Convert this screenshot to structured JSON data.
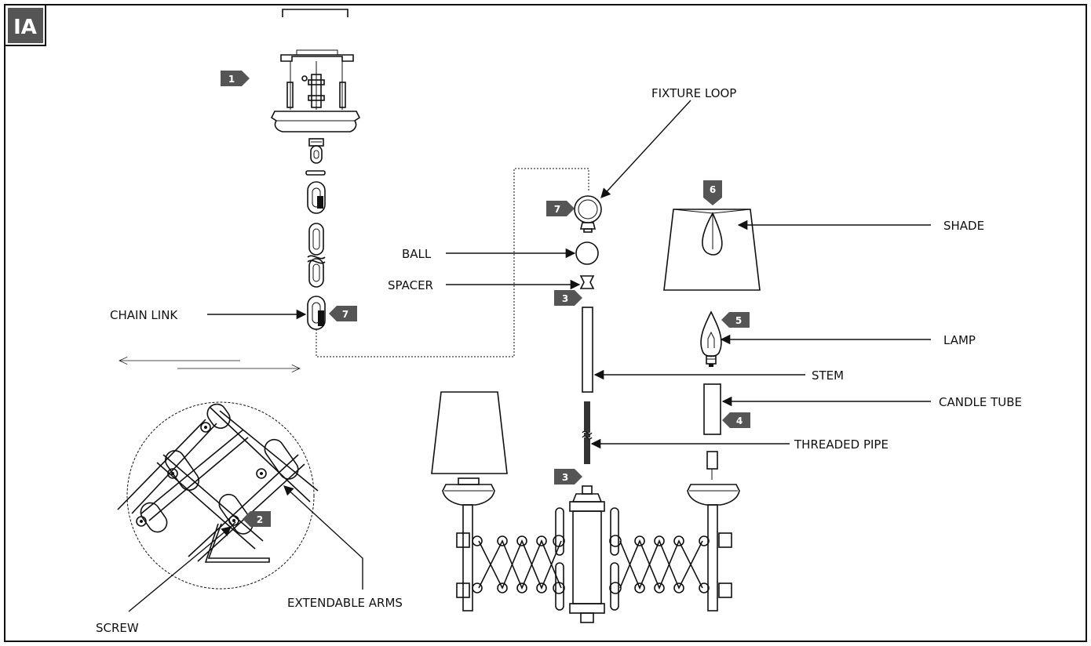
{
  "figure": {
    "id_label": "IA",
    "colors": {
      "badge": "#555555",
      "line": "#111111",
      "background": "#ffffff"
    }
  },
  "labels": {
    "fixture_loop": "FIXTURE LOOP",
    "ball": "BALL",
    "spacer": "SPACER",
    "chain_link": "CHAIN LINK",
    "shade": "SHADE",
    "lamp": "LAMP",
    "stem": "STEM",
    "candle_tube": "CANDLE TUBE",
    "threaded_pipe": "THREADED PIPE",
    "screw": "SCREW",
    "extendable_arms": "EXTENDABLE ARMS"
  },
  "steps": {
    "canopy": "1",
    "screw": "2",
    "spacer": "3",
    "body": "3",
    "candle_tube": "4",
    "lamp": "5",
    "shade": "6",
    "fixture_loop": "7",
    "chain_link": "7"
  }
}
